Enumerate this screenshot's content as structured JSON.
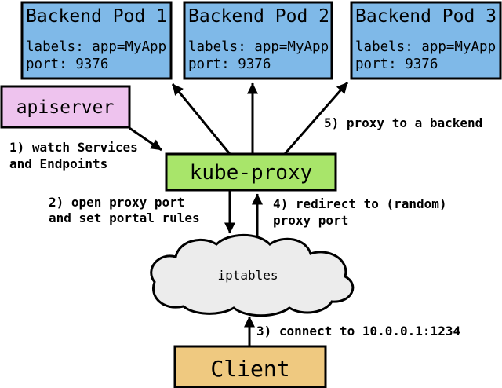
{
  "diagram": {
    "pods": [
      {
        "title": "Backend Pod 1",
        "labels_line": "labels: app=MyApp",
        "port_line": "port: 9376"
      },
      {
        "title": "Backend Pod 2",
        "labels_line": "labels: app=MyApp",
        "port_line": "port: 9376"
      },
      {
        "title": "Backend Pod 3",
        "labels_line": "labels: app=MyApp",
        "port_line": "port: 9376"
      }
    ],
    "apiserver": {
      "label": "apiserver"
    },
    "kube_proxy": {
      "label": "kube-proxy"
    },
    "iptables": {
      "label": "iptables"
    },
    "client": {
      "label": "Client"
    },
    "steps": [
      {
        "line1": "1) watch Services",
        "line2": "and Endpoints"
      },
      {
        "line1": "2) open proxy port",
        "line2": "and set portal rules"
      },
      {
        "line1": "3) connect to 10.0.0.1:1234",
        "line2": ""
      },
      {
        "line1": "4) redirect to (random)",
        "line2": "proxy port"
      },
      {
        "line1": "5) proxy to a backend",
        "line2": ""
      }
    ],
    "colors": {
      "pod_fill": "#7fb9e8",
      "apiserver_fill": "#eec3ee",
      "kube_proxy_fill": "#a8e56a",
      "client_fill": "#efc980",
      "cloud_fill": "#ececec",
      "stroke": "#000000"
    }
  }
}
